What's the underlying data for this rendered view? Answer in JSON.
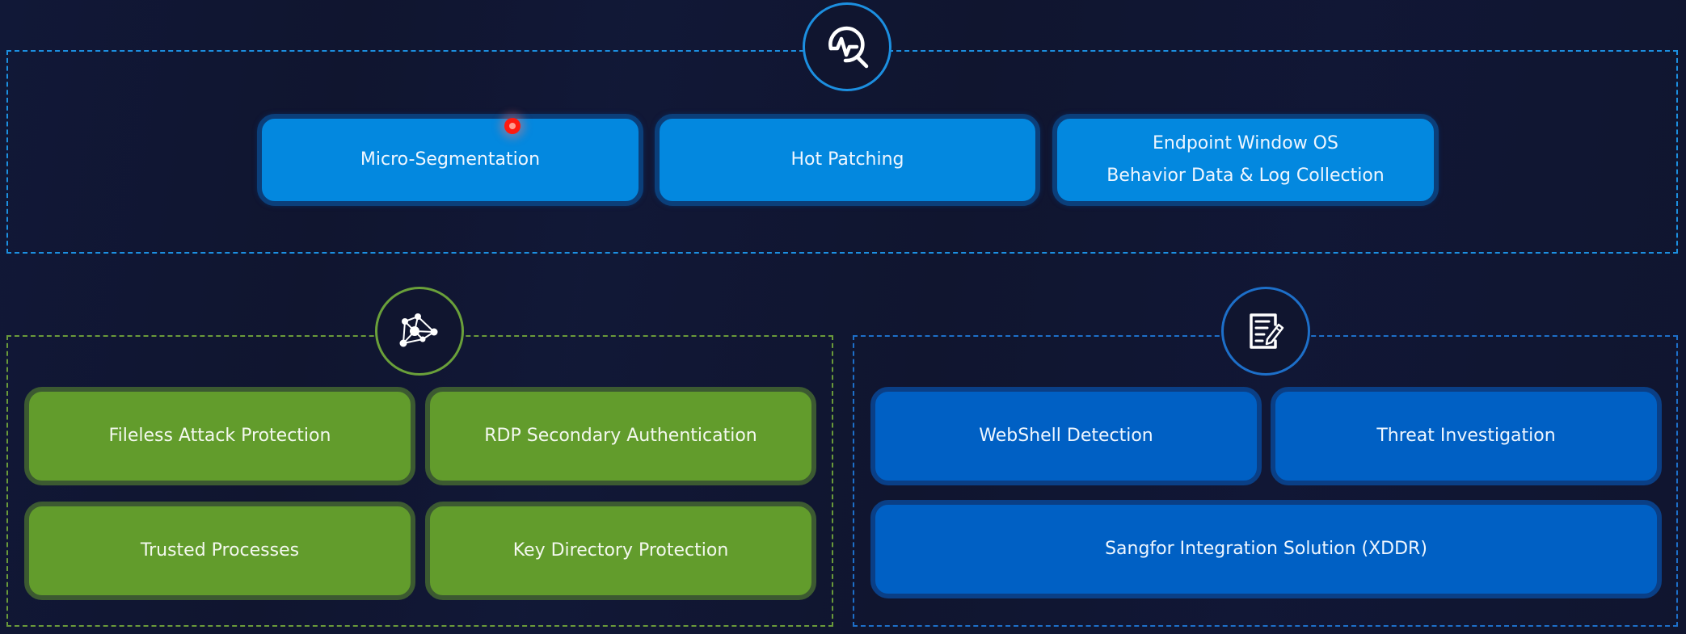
{
  "sections": {
    "top": {
      "icon": "pulse-search-icon",
      "accent": "#1c8fe0",
      "items": [
        {
          "label": "Micro-Segmentation"
        },
        {
          "label": "Hot Patching"
        },
        {
          "label_line1": "Endpoint Window OS",
          "label_line2": "Behavior Data & Log Collection"
        }
      ]
    },
    "bottom_left": {
      "icon": "network-graph-icon",
      "accent": "#6aa03a",
      "items": [
        {
          "label": "Fileless Attack Protection"
        },
        {
          "label": "RDP Secondary Authentication"
        },
        {
          "label": "Trusted Processes"
        },
        {
          "label": "Key Directory Protection"
        }
      ]
    },
    "bottom_right": {
      "icon": "document-edit-icon",
      "accent": "#1d6fc9",
      "items": [
        {
          "label": "WebShell Detection"
        },
        {
          "label": "Threat Investigation"
        },
        {
          "label": "Sangfor Integration Solution (XDDR)"
        }
      ]
    }
  },
  "colors": {
    "background": "#10152f",
    "top_card": "#0388df",
    "green_card": "#629c2c",
    "blue_card": "#0060c4",
    "cursor": "#ff1a0f"
  }
}
